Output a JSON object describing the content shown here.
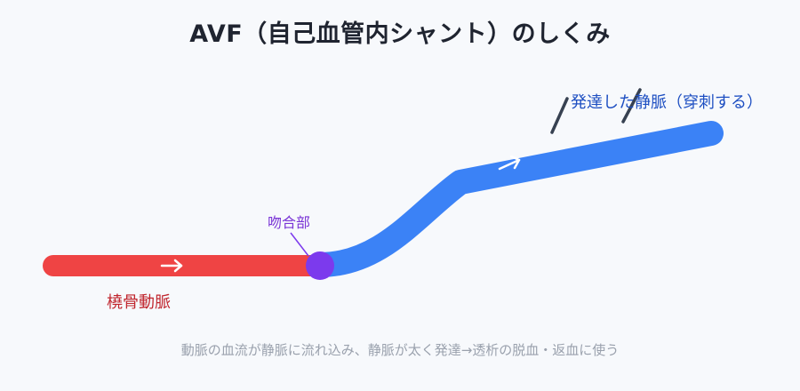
{
  "title": "AVF（自己血管内シャント）のしくみ",
  "labels": {
    "vein": "発達した静脈（穿刺する）",
    "artery": "橈骨動脈",
    "anastomosis": "吻合部"
  },
  "caption": "動脈の血流が静脈に流れ込み、静脈が太く発達→透析の脱血・返血に使う",
  "colors": {
    "artery": "#ef4444",
    "vein": "#3b82f6",
    "anastomosis": "#7c3aed",
    "needle": "#374151",
    "background": "#f7f9fc"
  }
}
